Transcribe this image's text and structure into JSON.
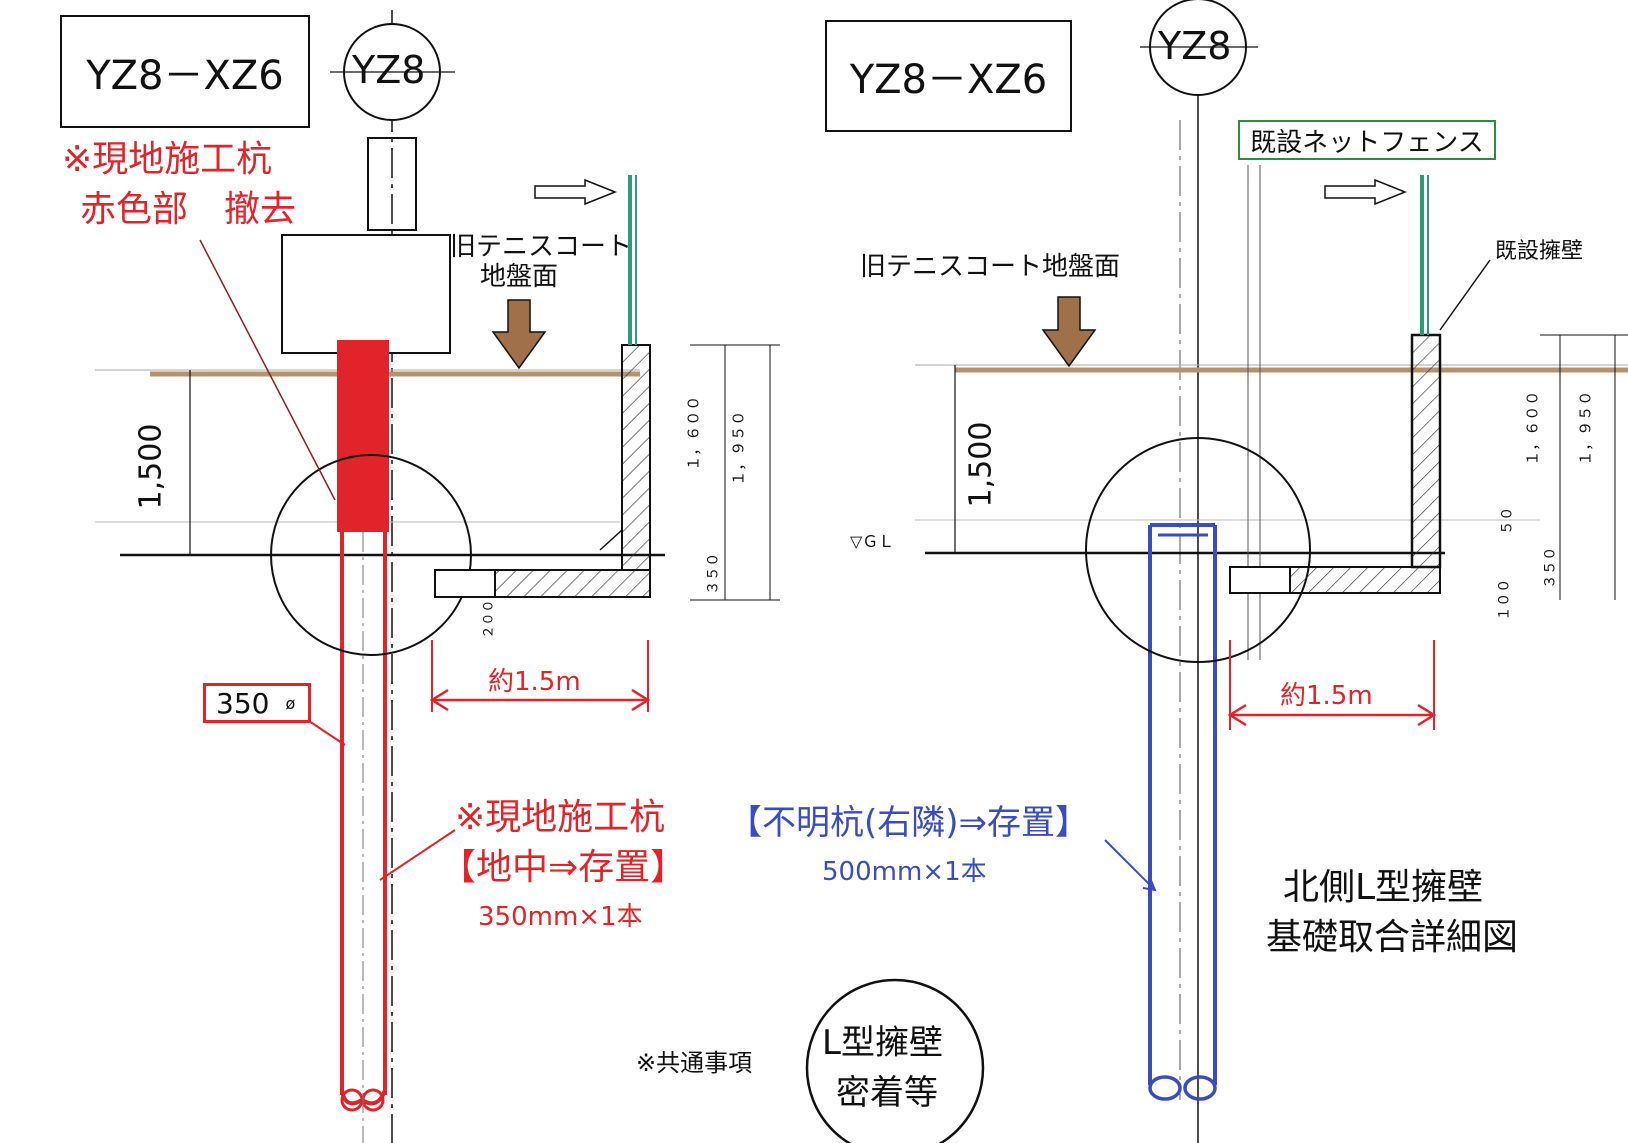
{
  "left_panel": {
    "tag": "YZ8－XZ6",
    "axis": "YZ8",
    "red_note_line1": "※現地施工杭",
    "red_note_line2": "赤色部　撤去",
    "ground_label_1": "旧テニスコート",
    "ground_label_2": "地盤面",
    "dim_1500": "1,500",
    "dim_1600": "１，６００",
    "dim_1950": "１，９５０",
    "dim_350": "３５０",
    "dim_200": "２００",
    "diameter_label": "350",
    "diameter_symbol": "ø",
    "distance": "約1.5m",
    "pile_note_1": "※現地施工杭",
    "pile_note_2": "【地中⇒存置】",
    "pile_note_3": "350mm×1本"
  },
  "right_panel": {
    "tag": "YZ8－XZ6",
    "axis": "YZ8",
    "fence_label": "既設ネットフェンス",
    "wall_label": "既設擁壁",
    "ground_label": "旧テニスコート地盤面",
    "gl_label": "▽ＧＬ",
    "dim_1500": "1,500",
    "dim_1600": "１，６００",
    "dim_1950": "１，９５０",
    "dim_350": "３５０",
    "dim_50": "５０",
    "dim_100": "１００",
    "distance": "約1.5m",
    "pile_note_1": "【不明杭(右隣)⇒存置】",
    "pile_note_2": "500mm×1本",
    "title_1": "北側L型擁壁",
    "title_2": "基礎取合詳細図"
  },
  "common": {
    "note": "※共通事項",
    "circle_1": "L型擁壁",
    "circle_2": "密着等"
  },
  "colors": {
    "red": "#e1242a",
    "blue": "#3b4bc0",
    "brown_arrow": "#a0704a",
    "ground_line": "#b8906a",
    "fence_green": "#2e9a78",
    "label_green_border": "#2e8b40"
  }
}
